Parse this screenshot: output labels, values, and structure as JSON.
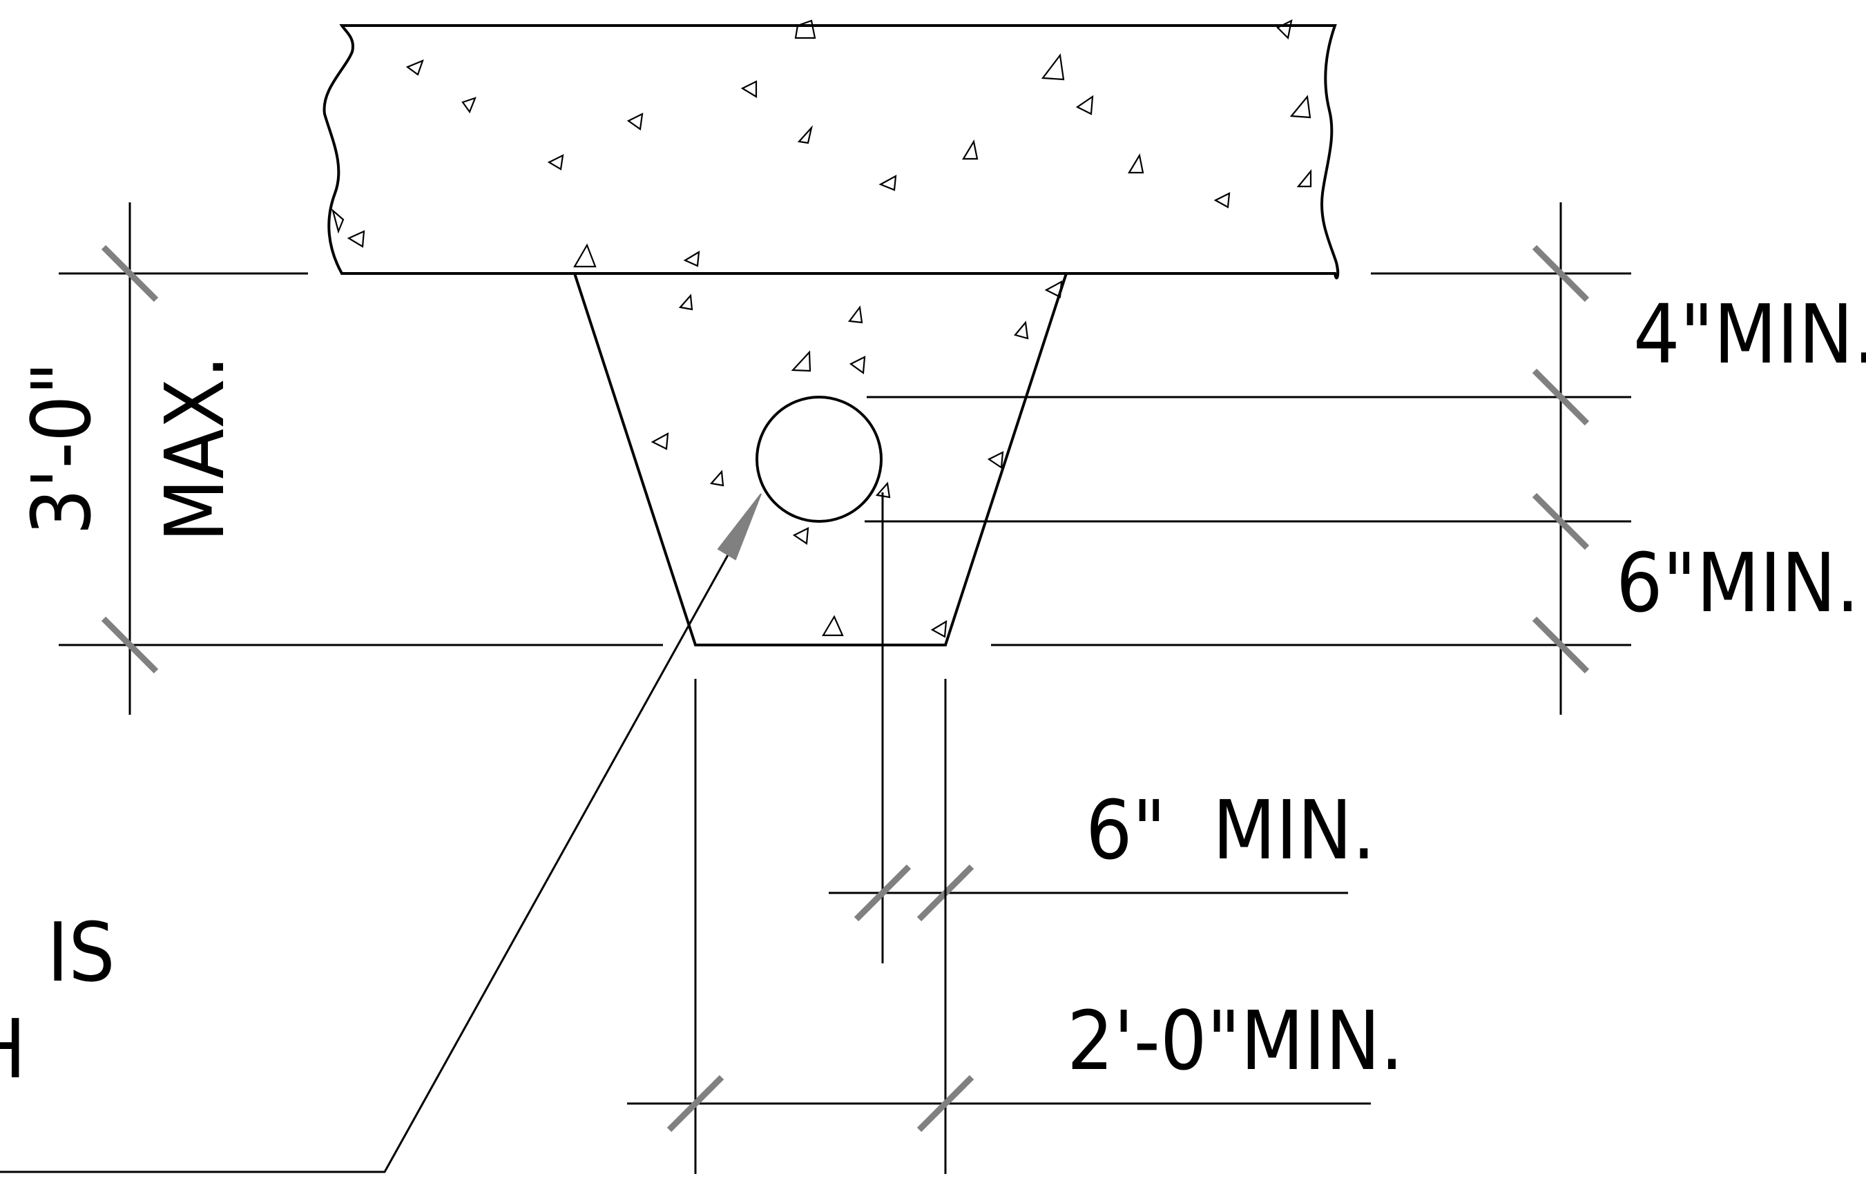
{
  "dimensions": {
    "total_height": {
      "value": "3'-0\"",
      "qualifier": "MAX."
    },
    "cover_top": "4\"MIN.",
    "cover_bottom": "6\"MIN.",
    "side_clearance": "6\"  MIN.",
    "base_width": "2'-0\"MIN."
  },
  "leader_note_fragment": {
    "line1": "IS",
    "line2": "H"
  },
  "colors": {
    "linework": "#000000",
    "dimension_tick": "#808080",
    "arrowhead": "#808080",
    "background": "#ffffff"
  }
}
